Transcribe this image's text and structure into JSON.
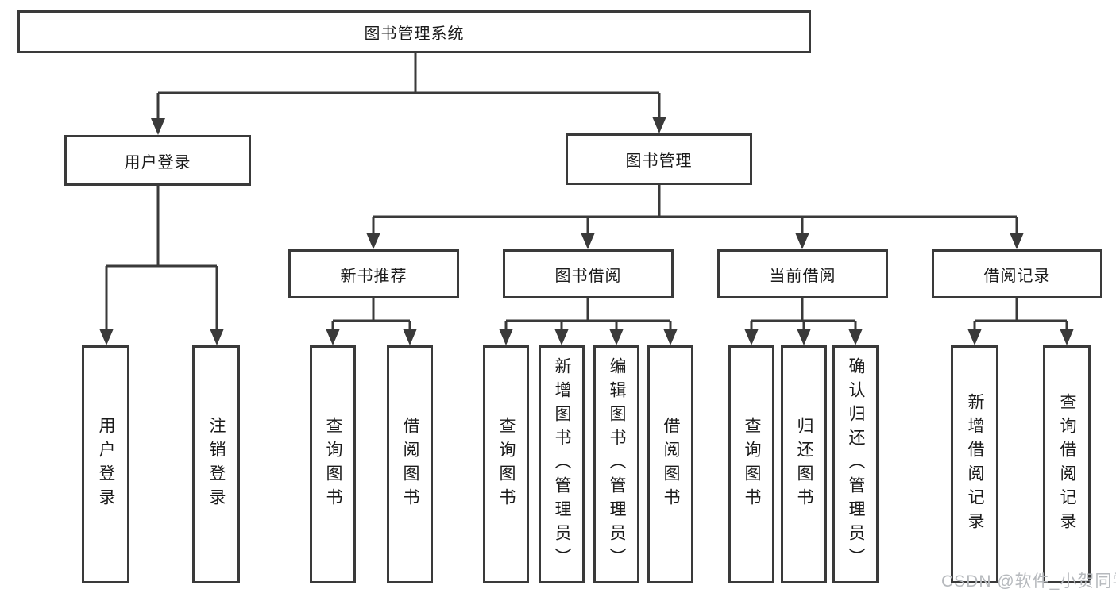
{
  "colors": {
    "line": "#3a3a3a",
    "box_border": "#3a3a3a",
    "box_fill": "#ffffff",
    "text": "#1b1b1b",
    "watermark": "#b6b9bd"
  },
  "tree": {
    "root": "图书管理系统",
    "user_login": {
      "label": "用户登录",
      "children": [
        "用户登录",
        "注销登录"
      ]
    },
    "book_mgmt": {
      "label": "图书管理"
    },
    "new_books": {
      "label": "新书推荐",
      "children": [
        "查询图书",
        "借阅图书"
      ]
    },
    "book_borrow": {
      "label": "图书借阅",
      "children": [
        "查询图书",
        "新增图书（管理员）",
        "编辑图书（管理员）",
        "借阅图书"
      ]
    },
    "current_borrow": {
      "label": "当前借阅",
      "children": [
        "查询图书",
        "归还图书",
        "确认归还（管理员）"
      ]
    },
    "borrow_records": {
      "label": "借阅记录",
      "children": [
        "新增借阅记录",
        "查询借阅记录"
      ]
    }
  },
  "watermark": "CSDN @软件_小贺同学"
}
